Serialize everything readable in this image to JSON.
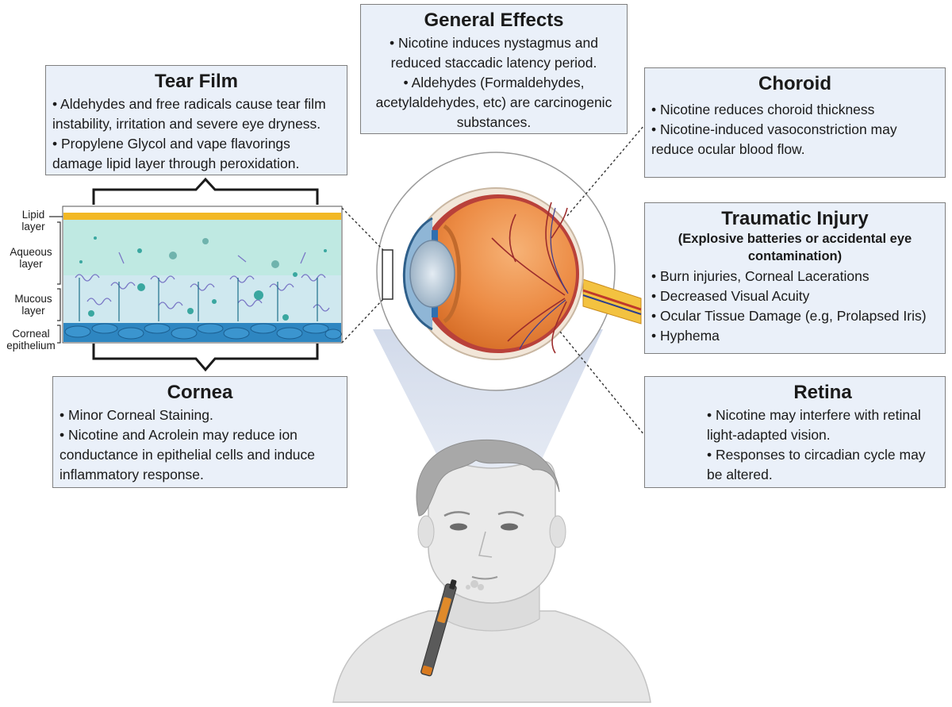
{
  "general_effects": {
    "title": "General Effects",
    "items": [
      "Nicotine induces nystagmus and reduced staccadic latency period.",
      "Aldehydes (Formaldehydes, acetylaldehydes, etc) are carcinogenic substances."
    ]
  },
  "tear_film": {
    "title": "Tear Film",
    "items": [
      "Aldehydes and free radicals cause tear film instability, irritation and severe eye dryness.",
      "Propylene Glycol and vape flavorings damage lipid layer through peroxidation."
    ]
  },
  "choroid": {
    "title": "Choroid",
    "items": [
      "Nicotine reduces choroid thickness",
      "Nicotine-induced vasoconstriction may reduce ocular blood flow."
    ]
  },
  "traumatic_injury": {
    "title": "Traumatic Injury",
    "subtitle": "(Explosive batteries or accidental eye contamination)",
    "items": [
      "Burn injuries, Corneal Lacerations",
      "Decreased Visual Acuity",
      "Ocular Tissue Damage (e.g, Prolapsed Iris)",
      "Hyphema"
    ]
  },
  "retina": {
    "title": "Retina",
    "items": [
      "Nicotine may interfere with retinal light-adapted vision.",
      "Responses to circadian cycle may be altered."
    ]
  },
  "cornea": {
    "title": "Cornea",
    "items": [
      "Minor Corneal Staining.",
      "Nicotine and Acrolein may reduce ion conductance in epithelial cells and induce inflammatory response."
    ]
  },
  "layers": {
    "lipid": "Lipid layer",
    "aqueous": "Aqueous layer",
    "mucous": "Mucous layer",
    "corneal": "Corneal epithelium"
  },
  "colors": {
    "box_fill": "#eaf0f9",
    "box_border": "#7f7f7f",
    "lipid": "#f2b824",
    "aqueous": "#bfe9e2",
    "epithelium": "#2e86c1",
    "eye_orange": "#e8843a",
    "skin": "#e6e6e6"
  }
}
